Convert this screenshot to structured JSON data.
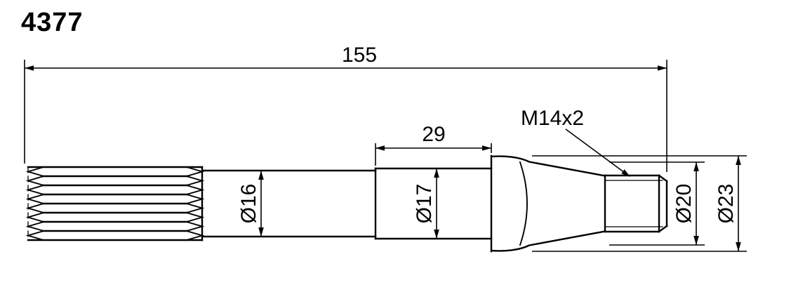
{
  "drawing": {
    "background": "#ffffff",
    "line_color": "#000000",
    "part_number": "4377",
    "dimensions": {
      "overall_length": "155",
      "neck_length": "29",
      "thread_spec": "M14x2",
      "spline_dia": "Ø16",
      "neck_dia": "Ø17",
      "cone_dia": "Ø20",
      "collar_dia": "Ø23"
    }
  }
}
